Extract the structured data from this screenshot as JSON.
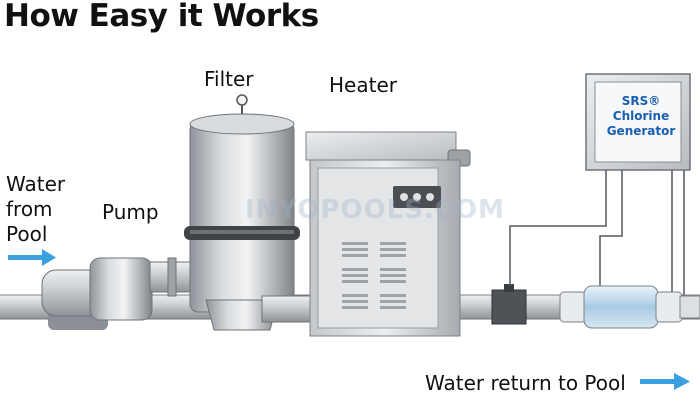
{
  "title": "How Easy it Works",
  "labels": {
    "water_from_pool": [
      "Water",
      "from",
      "Pool"
    ],
    "pump": "Pump",
    "filter": "Filter",
    "heater": "Heater",
    "generator_line1": "SRS®",
    "generator_line2": "Chlorine",
    "generator_line3": "Generator",
    "water_return": "Water return to Pool"
  },
  "watermark": "INYOPOOLS.COM",
  "colors": {
    "arrow": "#3aa0e0",
    "generator_text": "#1a5fb4",
    "equipment": "#b9bdc2"
  },
  "icons": {
    "flow_in": "arrow-right-icon",
    "flow_out": "arrow-right-icon"
  }
}
